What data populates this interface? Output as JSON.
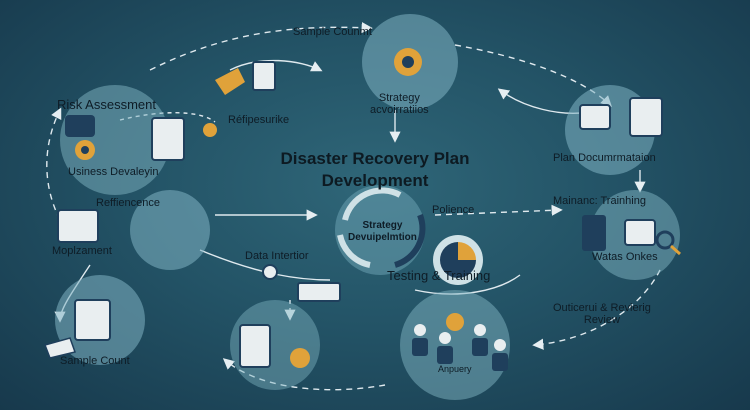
{
  "title_line1": "Disaster Recovery Plan",
  "title_line2": "Development",
  "labels": {
    "sample_count_top": "Sample Counmt",
    "strategy_activations": "Strategy\nacvoirratiios",
    "risk_assessment": "Risk Assessment",
    "repespuriike": "Réfipesurike",
    "usiness_devaleyin": "Usiness Devaleyin",
    "plan_documentation": "Plan Documrmataion",
    "reffiecence": "Reffiencence",
    "pollence": "Polience",
    "maintenance_training": "Mainanc: Trainhing",
    "mopizament": "Moplzament",
    "strategy_development": "Strategy\nDevuipelmtion",
    "data_interaction": "Data Intertior",
    "testing_training": "Testing & Training",
    "watas_onkes": "Watas Onkes",
    "outcome_review": "Outicerui & Revierig\nReview",
    "sample_count_bottom": "Sample Count",
    "anpuery": "Anpuery"
  },
  "colors": {
    "background": "#235366",
    "circle_fill": "#7fb3c2",
    "accent_orange": "#e0a23a",
    "accent_navy": "#1f3f5c",
    "arrow": "#e6eef2"
  }
}
